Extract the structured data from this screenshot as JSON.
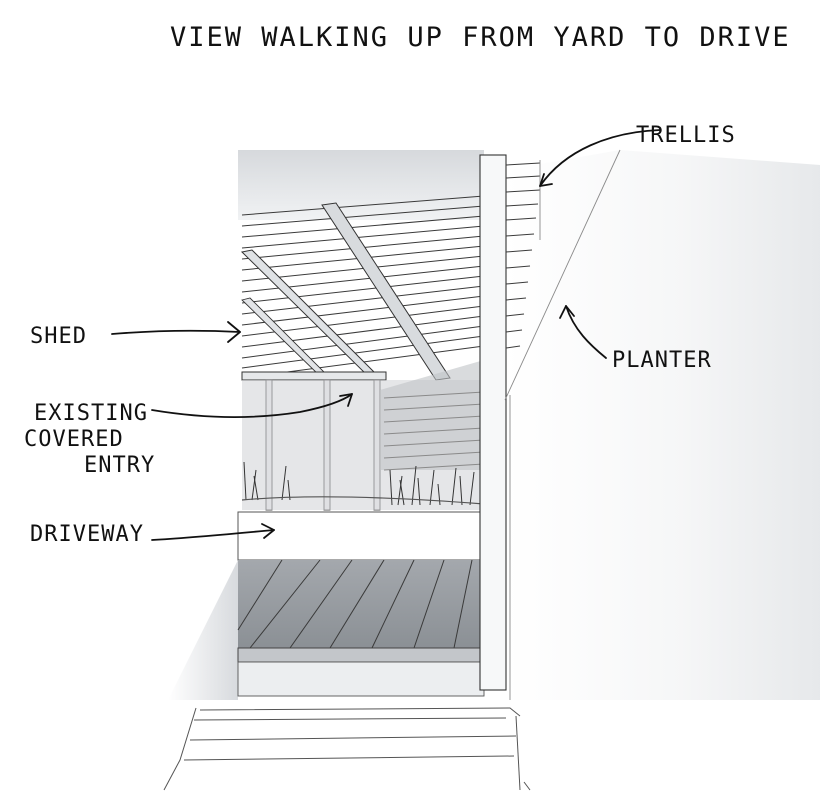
{
  "title": "VIEW WALKING UP FROM YARD TO DRIVE",
  "labels": {
    "trellis": "TRELLIS",
    "shed": "SHED",
    "planter": "PLANTER",
    "existing_entry_line1": "EXISTING",
    "existing_entry_line2": "COVERED",
    "existing_entry_line3": "ENTRY",
    "driveway": "DRIVEWAY"
  },
  "colors": {
    "ink": "#111111",
    "wash": "#c9cdd2",
    "deck": "#8f9398"
  }
}
